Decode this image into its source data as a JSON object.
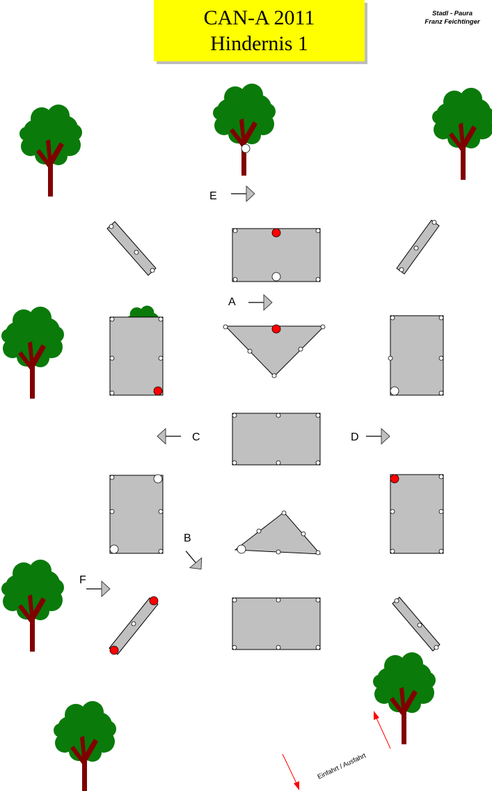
{
  "header": {
    "title_line1": "CAN-A 2011",
    "title_line2": "Hindernis 1",
    "credit_line1": "Stadl - Paura",
    "credit_line2": "Franz Feichtinger"
  },
  "gate_labels": {
    "a": "A",
    "b": "B",
    "c": "C",
    "d": "D",
    "e": "E",
    "f": "F"
  },
  "entry_label": "Einfahrt / Ausfahrt",
  "colors": {
    "title_background": "#ffff00",
    "obstacle_fill": "#c0c0c0",
    "red_marker": "#ff0000",
    "white_marker": "#ffffff",
    "tree_foliage": "#0a7a0a",
    "tree_trunk": "#800000",
    "entry_arrow": "#ff0000"
  }
}
